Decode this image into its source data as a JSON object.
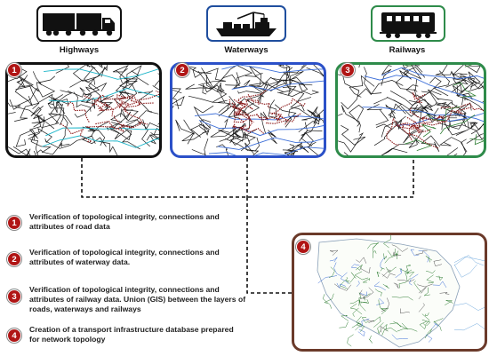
{
  "modes": [
    {
      "label": "Highways",
      "icon": "truck-icon",
      "border": "#111111"
    },
    {
      "label": "Waterways",
      "icon": "cargo-ship-icon",
      "border": "#1f4e9e"
    },
    {
      "label": "Railways",
      "icon": "locomotive-icon",
      "border": "#2e8b4a"
    }
  ],
  "maps": [
    {
      "badge": "1",
      "border": "#111111"
    },
    {
      "badge": "2",
      "border": "#2b50c8"
    },
    {
      "badge": "3",
      "border": "#2e8b4a"
    },
    {
      "badge": "4",
      "border": "#6b3a2a"
    }
  ],
  "steps": [
    {
      "badge": "1",
      "text": "Verification of topological integrity, connections and attributes of road data"
    },
    {
      "badge": "2",
      "text": "Verification of topological integrity, connections and attributes of waterway data."
    },
    {
      "badge": "3",
      "text": "Verification of topological integrity, connections and attributes of railway data. Union (GIS) between the layers of roads, waterways and railways"
    },
    {
      "badge": "4",
      "text": "Creation of a transport infrastructure database prepared for network topology"
    }
  ],
  "colors": {
    "badge": "#b01515",
    "road": "#1a1a1a",
    "rail": "#8b1a1a",
    "water": "#19b4c8",
    "union": "#2e7d32"
  }
}
